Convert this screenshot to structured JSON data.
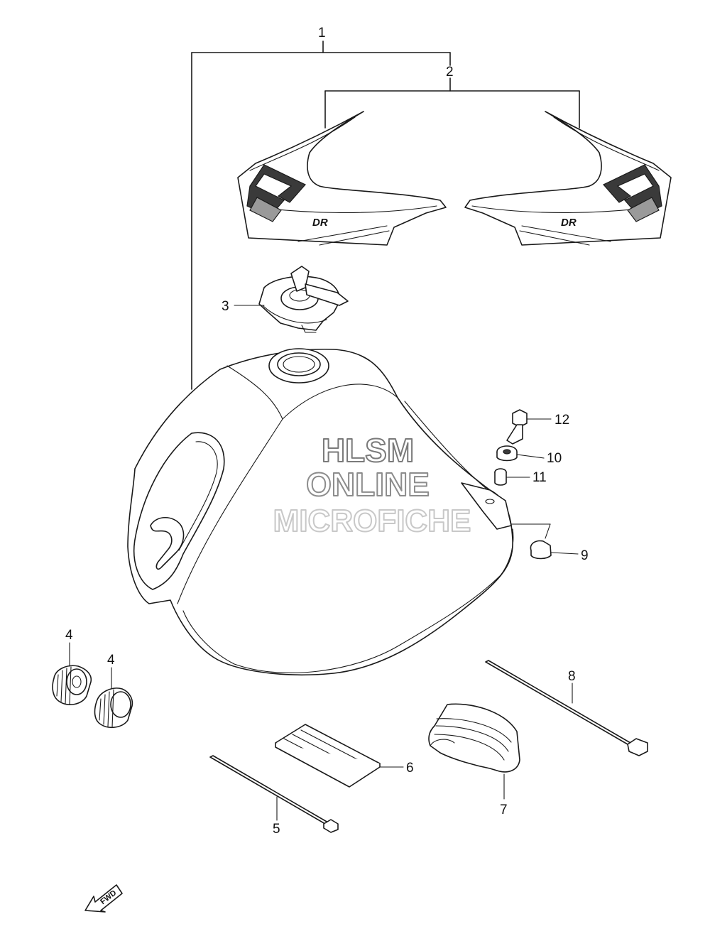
{
  "diagram": {
    "callouts": {
      "c1": "1",
      "c2": "2",
      "c3": "3",
      "c4a": "4",
      "c4b": "4",
      "c5": "5",
      "c6": "6",
      "c7": "7",
      "c8": "8",
      "c9": "9",
      "c10": "10",
      "c11": "11",
      "c12": "12"
    },
    "watermark": {
      "line1": "HLSM",
      "line2": "ONLINE",
      "line3": "MICROFICHE"
    },
    "emblem_text": {
      "left": "DR",
      "right": "DR"
    },
    "fwd_label": "FWD"
  }
}
